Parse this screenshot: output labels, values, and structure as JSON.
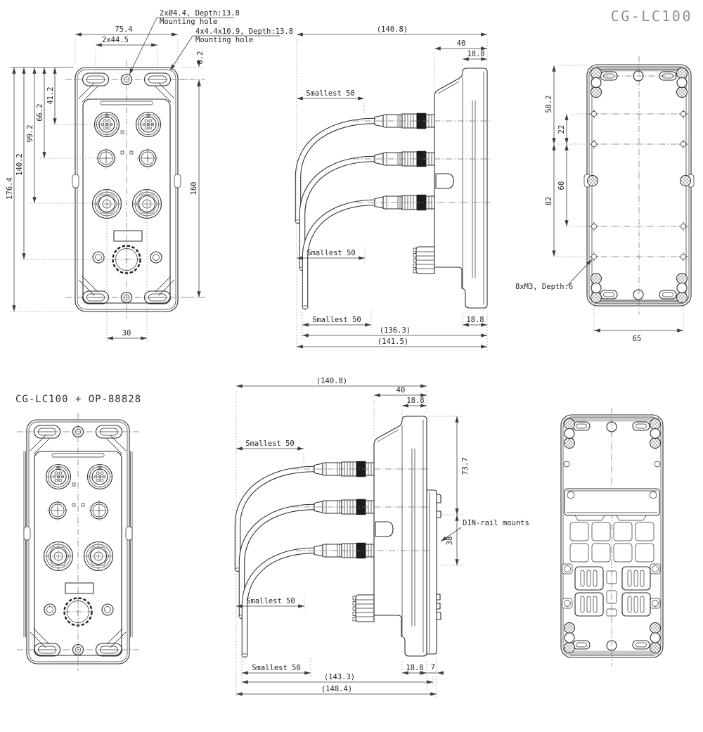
{
  "page": {
    "title": "CG-LC100",
    "subtitle": "CG-LC100 + OP-88828"
  },
  "front": {
    "note1_l1": "2xØ4.4, Depth:13.8",
    "note1_l2": "Mounting hole",
    "note2_l1": "4x4.4x10.9, Depth:13.8",
    "note2_l2": "Mounting hole",
    "dim_width": "75.4",
    "dim_slot_pitch": "2x44.5",
    "dim_top_offset": "8.2",
    "dim_slot_span": "160",
    "dim_row1": "41.2",
    "dim_row2": "66.2",
    "dim_row3": "99.2",
    "dim_row4": "140.2",
    "dim_height": "176.4",
    "dim_bottom_pitch": "30"
  },
  "side": {
    "dim_overall": "(140.8)",
    "dim_body_depth": "40",
    "dim_plate_depth": "18.8",
    "dim_bend1": "Smallest 50",
    "dim_bend2": "Smallest 50",
    "dim_bend3": "Smallest 50",
    "dim_plate_bottom": "18.8",
    "dim_inner": "(136.3)",
    "dim_outer": "(141.5)"
  },
  "back": {
    "dim_d1": "58.2",
    "dim_d2": "22",
    "dim_d3": "60",
    "dim_d4": "82",
    "dim_d5": "65",
    "note_thread": "8xM3, Depth:6"
  },
  "din": {
    "dim_overall": "(140.8)",
    "dim_body_depth": "40",
    "dim_plate_depth": "18.8",
    "dim_bend1": "Smallest 50",
    "dim_bend2": "Smallest 50",
    "dim_bend3": "Smallest 50",
    "dim_height": "73.7",
    "dim_offset": "38",
    "note_din": "DIN-rail mounts",
    "dim_plate_bottom": "18.8",
    "dim_rail": "7",
    "dim_inner": "(143.3)",
    "dim_outer": "(148.4)"
  }
}
